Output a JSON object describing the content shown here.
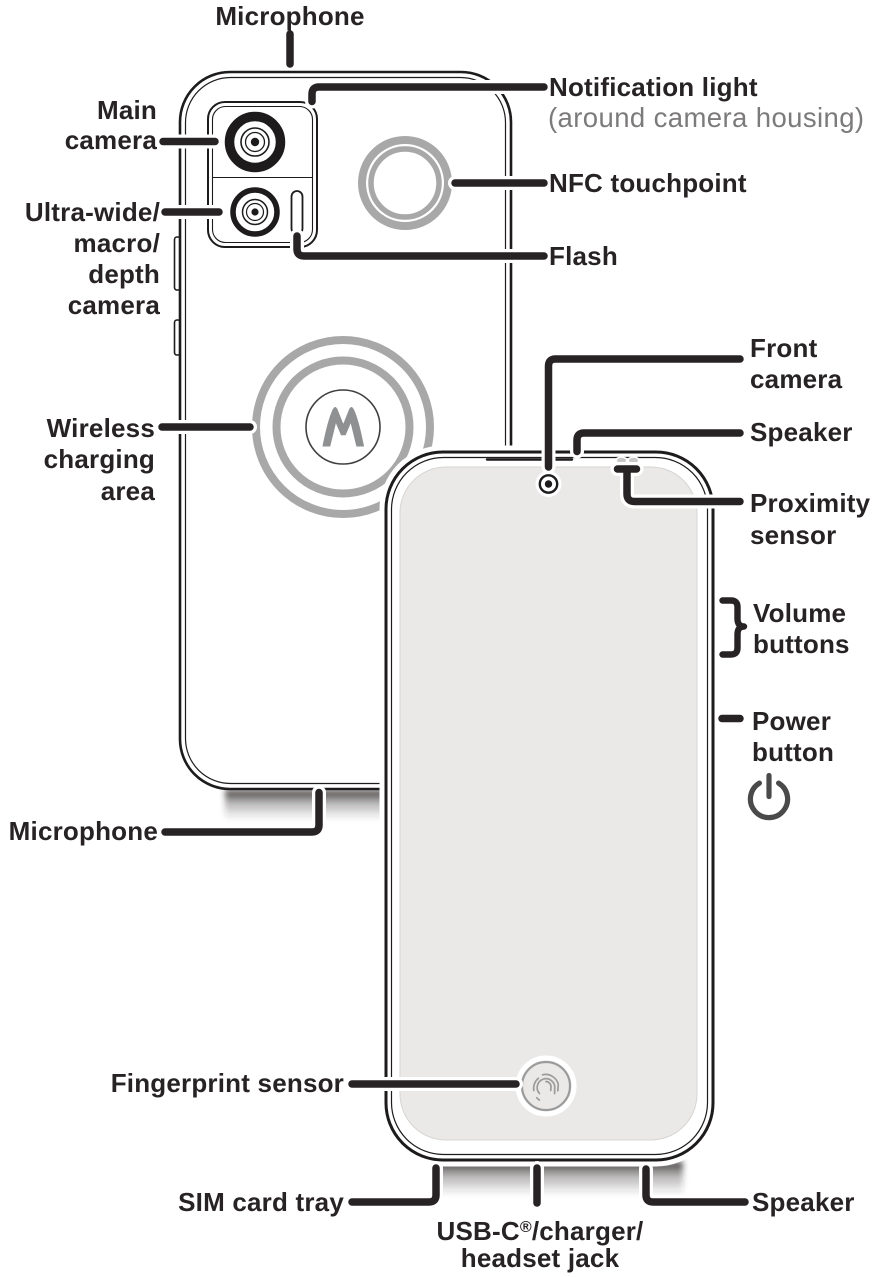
{
  "diagram_type": "phone-hardware-callout-diagram",
  "labels": {
    "microphone_top": "Microphone",
    "main_camera": {
      "l1": "Main",
      "l2": "camera"
    },
    "ultra_camera": {
      "l1": "Ultra-wide/",
      "l2": "macro/",
      "l3": "depth",
      "l4": "camera"
    },
    "notification_light": {
      "l1": "Notification light",
      "l2": "(around camera housing)"
    },
    "nfc_touchpoint": "NFC touchpoint",
    "flash": "Flash",
    "front_camera": {
      "l1": "Front",
      "l2": "camera"
    },
    "speaker_top": "Speaker",
    "proximity_sensor": {
      "l1": "Proximity",
      "l2": "sensor"
    },
    "wireless_charging": {
      "l1": "Wireless",
      "l2": "charging",
      "l3": "area"
    },
    "volume_buttons": {
      "l1": "Volume",
      "l2": "buttons"
    },
    "power_button": {
      "l1": "Power",
      "l2": "button"
    },
    "microphone_left": "Microphone",
    "fingerprint_sensor": "Fingerprint sensor",
    "sim_card_tray": "SIM card tray",
    "usb": {
      "part1": "USB-C",
      "reg": "®",
      "part2": "/charger/",
      "l2": "headset jack"
    },
    "speaker_bottom": "Speaker"
  },
  "icons": [
    "motorola-logo-icon",
    "power-icon",
    "fingerprint-icon",
    "main-camera-lens-icon",
    "ultra-wide-camera-lens-icon",
    "flash-icon",
    "nfc-ring-icon",
    "wireless-charging-rings-icon",
    "front-camera-icon"
  ],
  "colors": {
    "ink": "#272324",
    "outline": "#1d1b1b",
    "ring_gray": "#a8a8a8",
    "screen_gray": "#eae9e8",
    "muted_text": "#7c7a7a",
    "logo_gray": "#8e9092",
    "power_icon_gray": "#4a4a4b",
    "sensor_gray": "#c8c8c8",
    "fingerprint_gray": "#9b9b9b"
  }
}
